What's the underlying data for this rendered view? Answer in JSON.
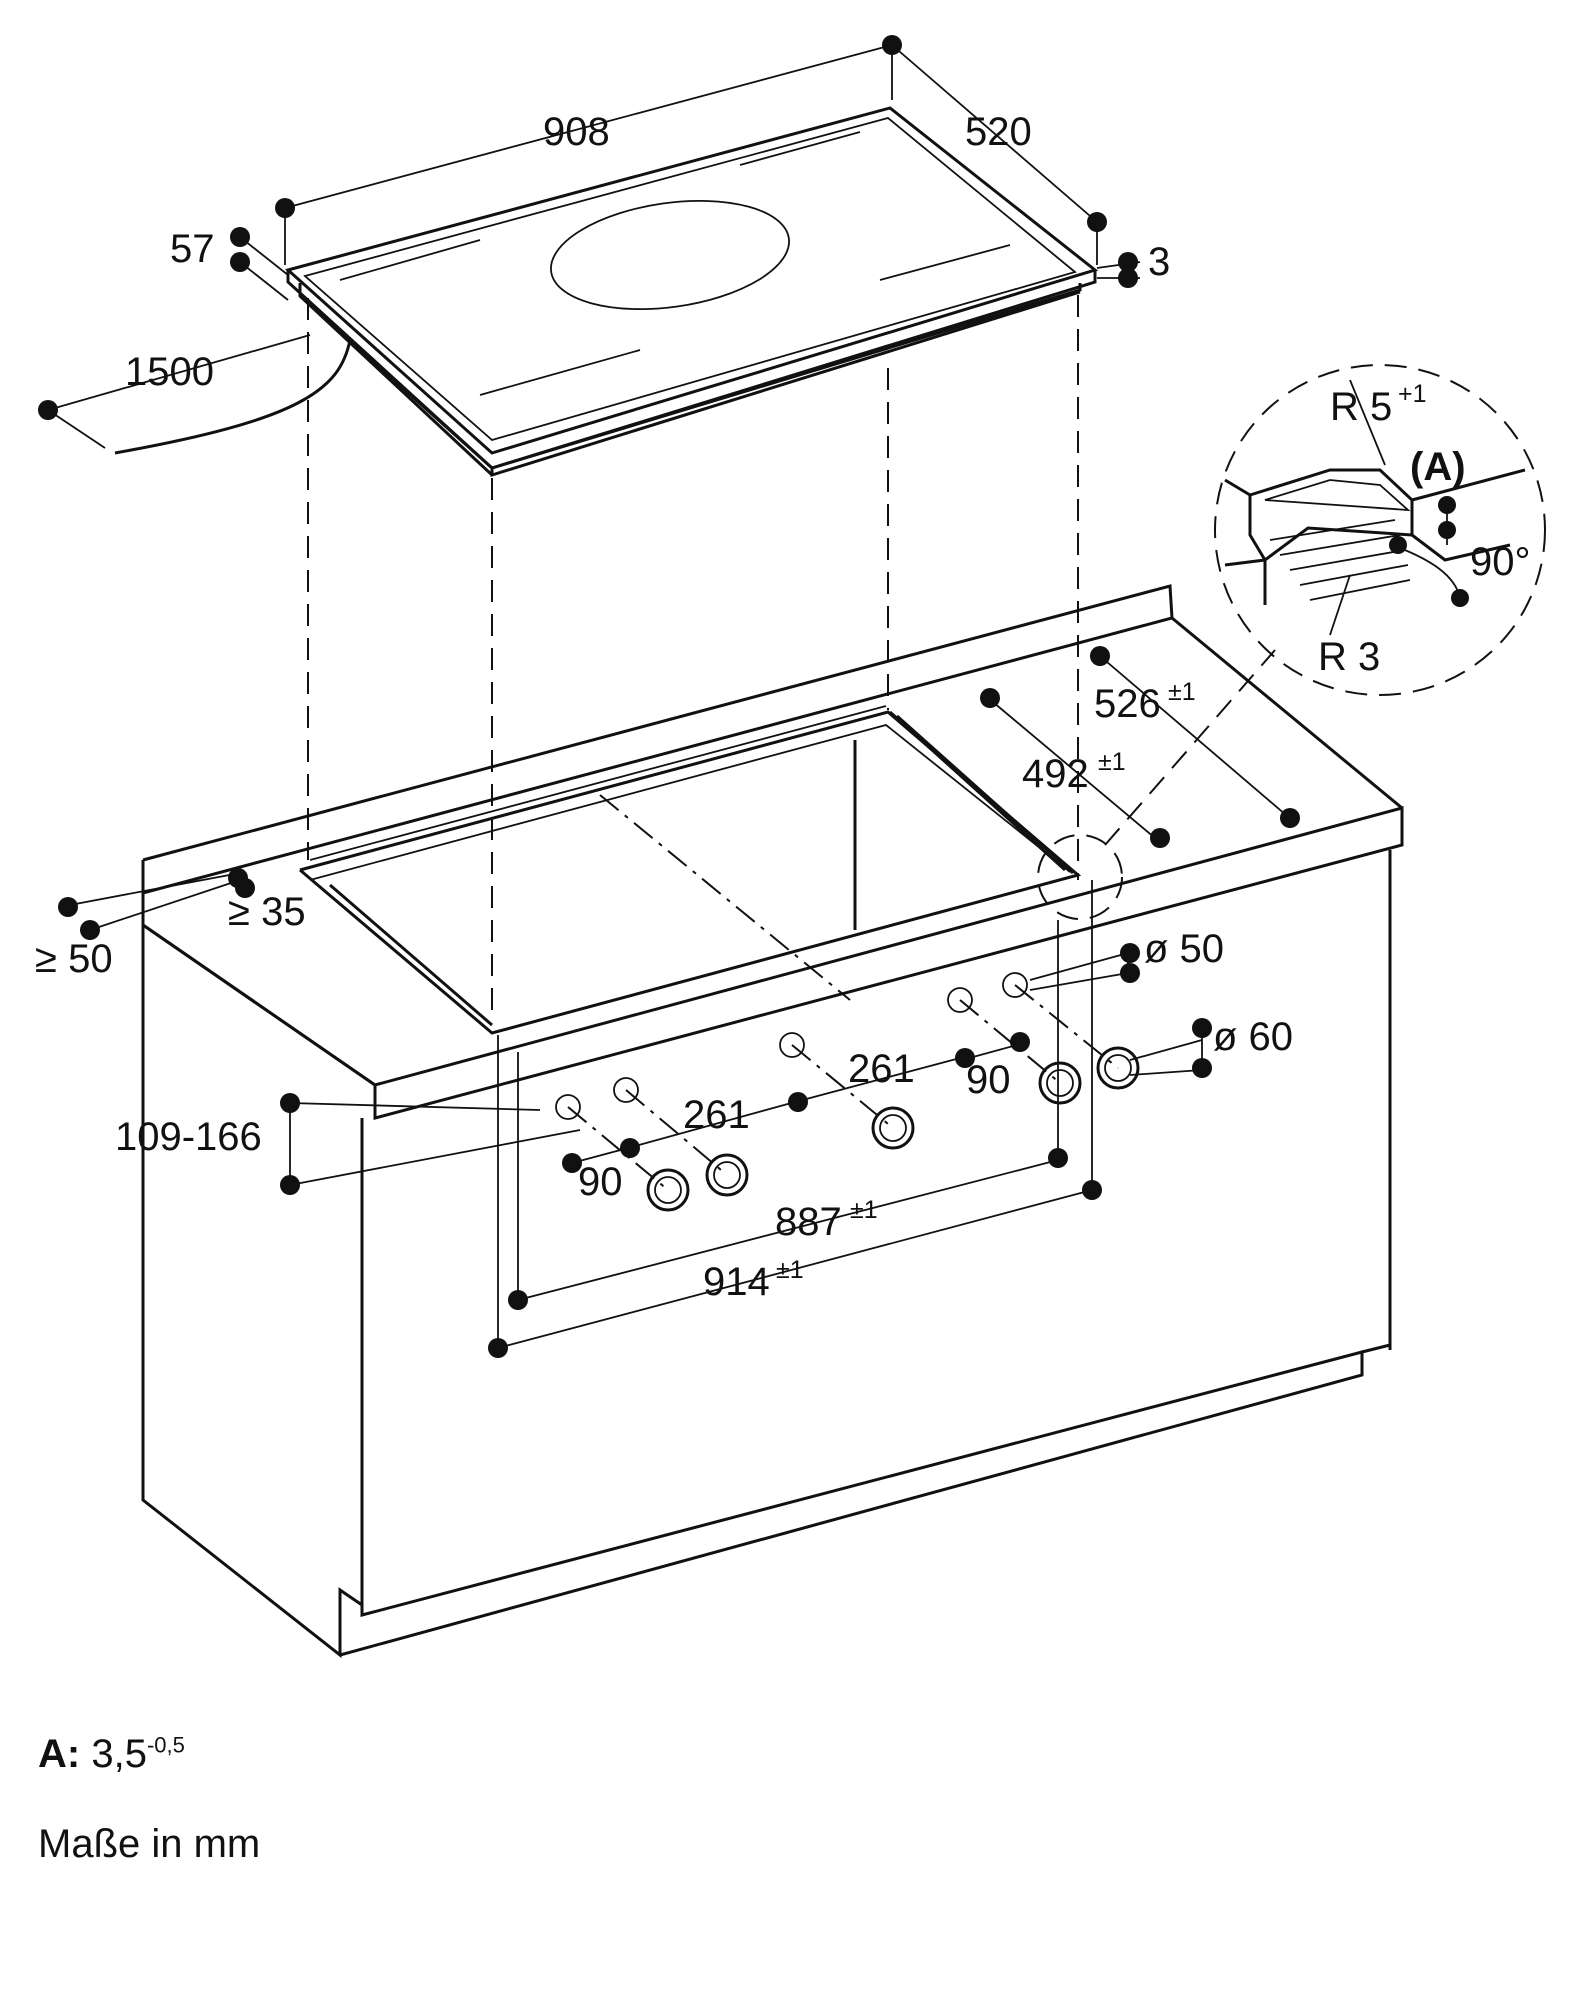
{
  "dimensions": {
    "cooktop_width": "908",
    "cooktop_depth": "520",
    "cooktop_height": "57",
    "glass_height": "3",
    "cable_length": "1500",
    "cutout_outer_depth": "526",
    "cutout_outer_depth_tol": "±1",
    "cutout_inner_depth": "492",
    "cutout_inner_depth_tol": "±1",
    "rear_min_1": "≥ 50",
    "rear_min_2": "≥ 35",
    "worktop_thickness": "109-166",
    "knob_spacing_left": "90",
    "knob_spacing_right": "90",
    "knob_gap_left": "261",
    "knob_gap_right": "261",
    "knob_hole_small": "ø 50",
    "knob_hole_large": "ø 60",
    "cutout_inner_width": "887",
    "cutout_inner_width_tol": "±1",
    "cutout_outer_width": "914",
    "cutout_outer_width_tol": "±1"
  },
  "detail_view": {
    "radius_top": "R 5",
    "radius_top_tol": "+1",
    "radius_bottom": "R 3",
    "marker": "(A)",
    "angle": "90°"
  },
  "footnote": {
    "label": "A:",
    "value": "3,5",
    "tolerance": "-0,5"
  },
  "units_note": "Maße in mm"
}
